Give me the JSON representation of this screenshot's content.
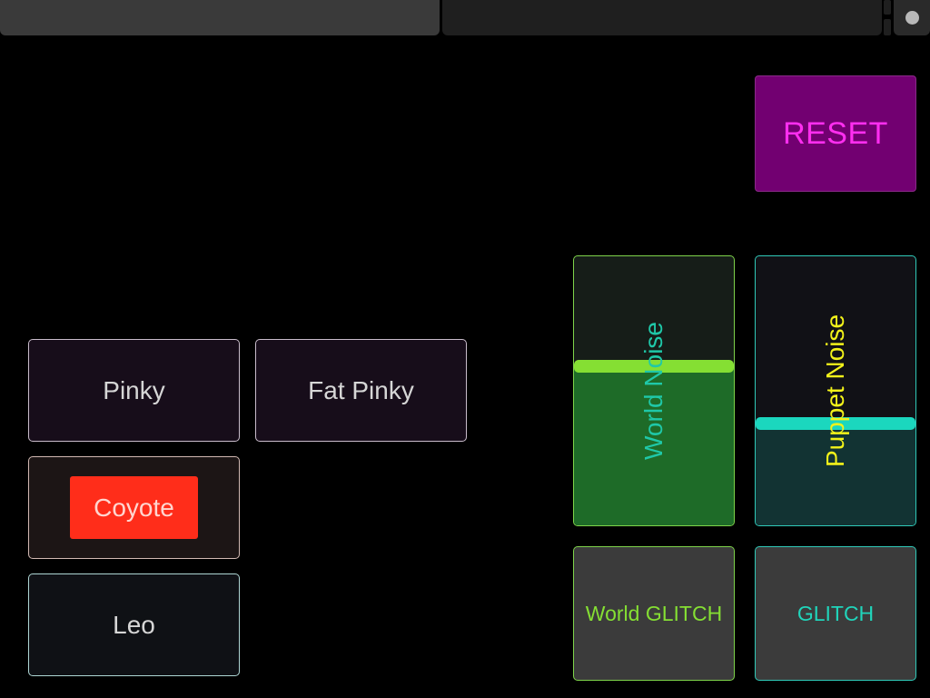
{
  "top_bar": {
    "tab_1_label": "",
    "tab_2_label": "",
    "menu_icon": "dot-menu-icon"
  },
  "buttons": {
    "pinky": "Pinky",
    "fat_pinky": "Fat Pinky",
    "coyote": "Coyote",
    "leo": "Leo",
    "reset": "RESET"
  },
  "faders": {
    "world_noise": {
      "label": "World Noise",
      "level": 0.59,
      "color": "#85df33"
    },
    "puppet_noise": {
      "label": "Puppet Noise",
      "level": 0.38,
      "color": "#1bd7be"
    }
  },
  "glitch": {
    "world": "World GLITCH",
    "puppet": "GLITCH"
  },
  "colors": {
    "reset_bg": "#720071",
    "reset_text": "#ff2ef0",
    "coyote_active": "#ff2d1a",
    "world_accent": "#85df33",
    "puppet_accent": "#1bd7be",
    "puppet_label": "#f2f21a"
  }
}
